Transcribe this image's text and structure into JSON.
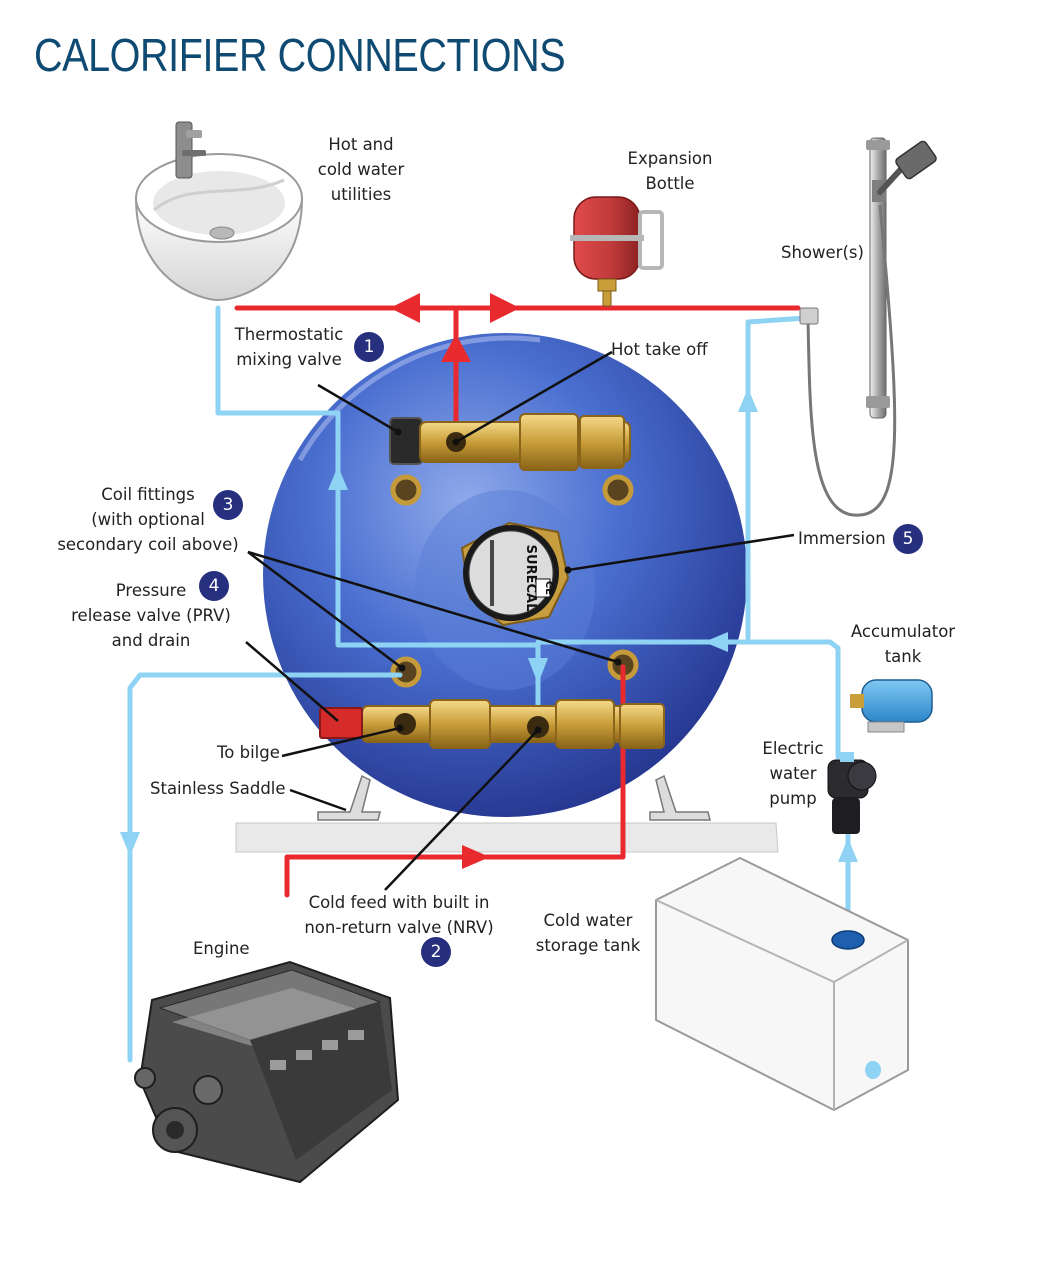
{
  "title": "CALORIFIER CONNECTIONS",
  "colors": {
    "title": "#0f4a72",
    "hot_pipe": "#e82a2f",
    "cold_pipe": "#8fd3f4",
    "tank": "#3d60c4",
    "badge": "#27307f",
    "brass": "#c99e3a"
  },
  "labels": {
    "hot_cold_utilities": [
      "Hot and",
      "cold water",
      "utilities"
    ],
    "expansion_bottle": [
      "Expansion",
      "Bottle"
    ],
    "showers": [
      "Shower(s)"
    ],
    "thermostatic_valve": [
      "Thermostatic",
      "mixing valve"
    ],
    "hot_take_off": [
      "Hot take off"
    ],
    "coil_fittings": [
      "Coil fittings",
      "(with optional",
      "secondary coil above)"
    ],
    "immersion": [
      "Immersion"
    ],
    "prv": [
      "Pressure",
      "release valve (PRV)",
      "and drain"
    ],
    "accumulator": [
      "Accumulator",
      "tank"
    ],
    "to_bilge": [
      "To bilge"
    ],
    "electric_pump": [
      "Electric",
      "water",
      "pump"
    ],
    "stainless_saddle": [
      "Stainless Saddle"
    ],
    "cold_feed": [
      "Cold feed with built in",
      "non-return valve (NRV)"
    ],
    "cold_storage": [
      "Cold water",
      "storage tank"
    ],
    "engine": [
      "Engine"
    ]
  },
  "badges": {
    "thermostatic_valve": "1",
    "cold_feed": "2",
    "coil_fittings": "3",
    "prv": "4",
    "immersion": "5"
  },
  "immersion_plate": {
    "brand": "SURECAL",
    "mark": "CE"
  },
  "icons": {
    "sink": "basin-sink-icon",
    "expansion": "expansion-bottle-icon",
    "shower": "shower-head-icon",
    "accumulator": "accumulator-tank-icon",
    "pump": "water-pump-icon",
    "storage": "storage-tank-icon",
    "engine": "engine-block-icon"
  }
}
